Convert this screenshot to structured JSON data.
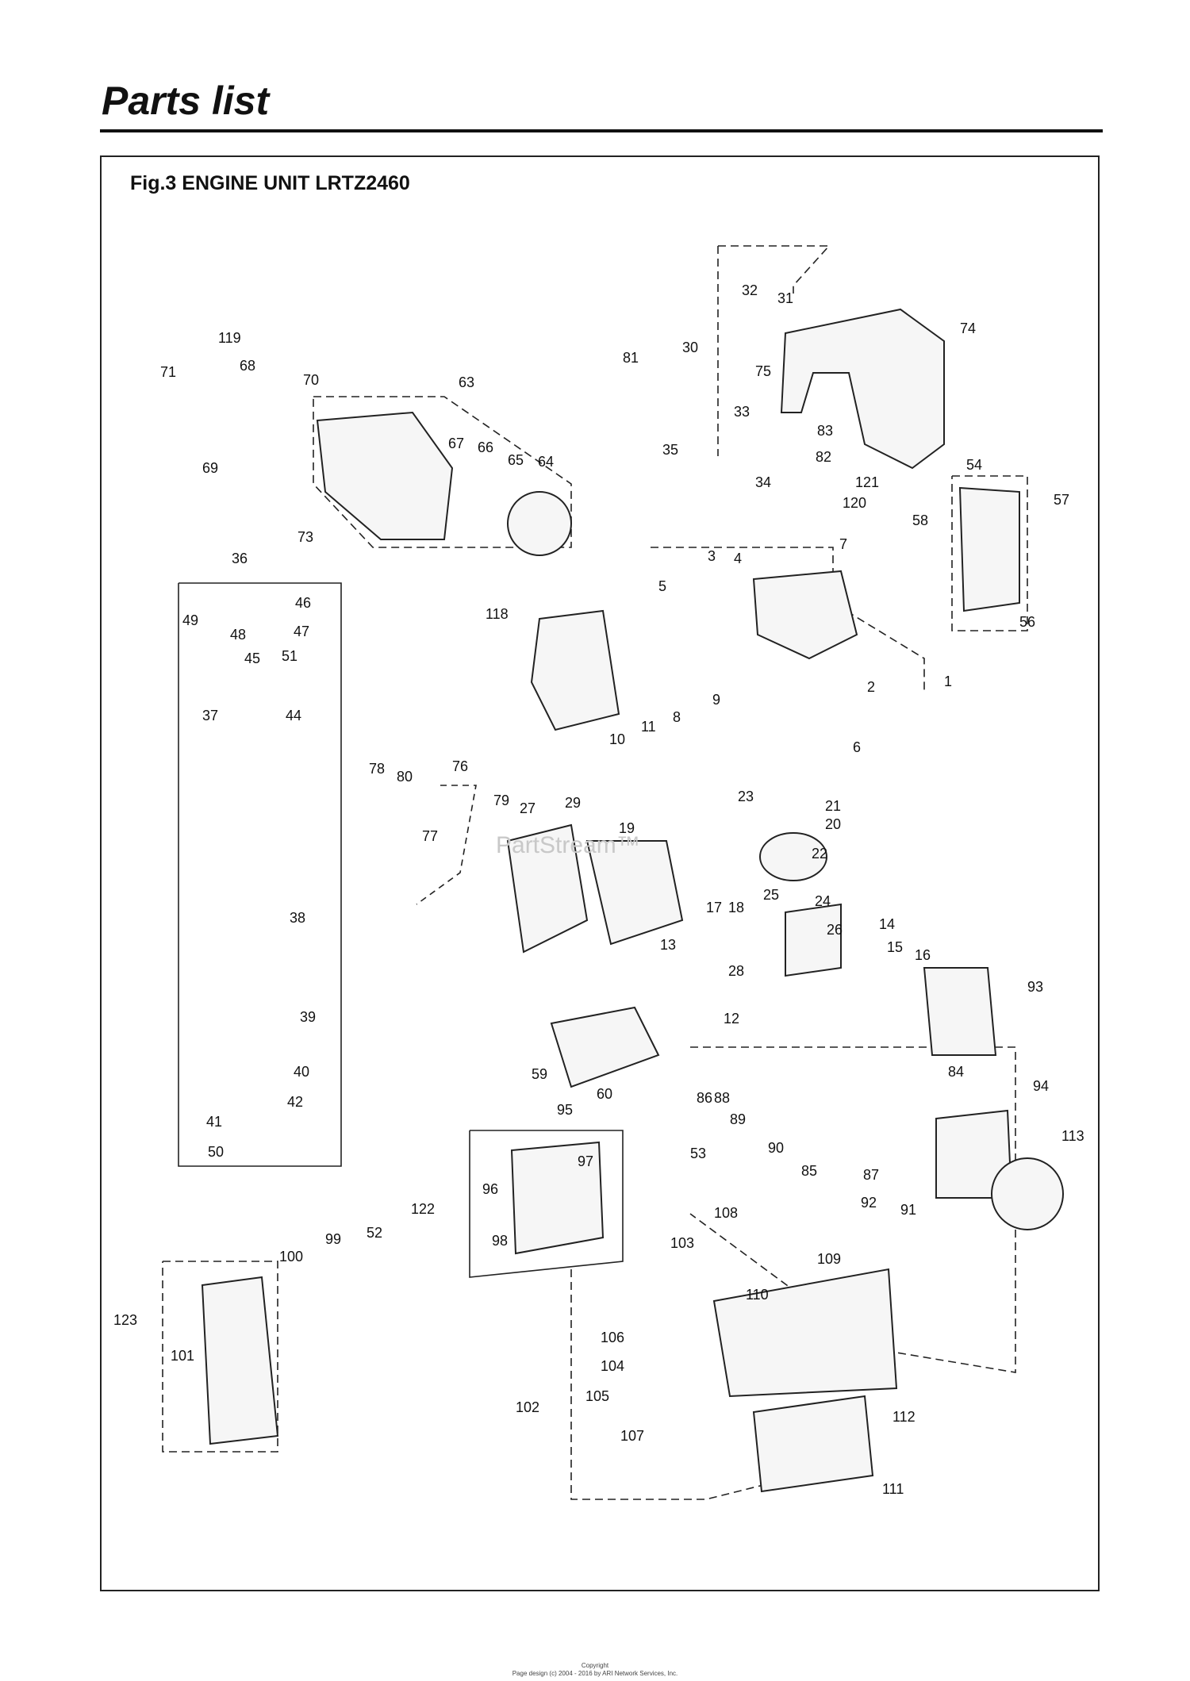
{
  "page_title": "Parts list",
  "figure_caption": "Fig.3 ENGINE UNIT  LRTZ2460",
  "watermark": "PartStream™",
  "footer": {
    "line1": "Copyright",
    "line2": "Page design (c) 2004 - 2016 by ARI Network Services, Inc."
  },
  "callouts": [
    "1",
    "2",
    "3",
    "4",
    "5",
    "6",
    "7",
    "8",
    "9",
    "10",
    "11",
    "12",
    "13",
    "14",
    "15",
    "16",
    "17",
    "18",
    "19",
    "20",
    "21",
    "22",
    "23",
    "24",
    "25",
    "26",
    "27",
    "28",
    "29",
    "30",
    "31",
    "32",
    "33",
    "34",
    "35",
    "36",
    "37",
    "38",
    "39",
    "40",
    "41",
    "42",
    "44",
    "45",
    "46",
    "47",
    "48",
    "49",
    "50",
    "51",
    "52",
    "53",
    "54",
    "56",
    "57",
    "58",
    "59",
    "60",
    "63",
    "64",
    "65",
    "66",
    "67",
    "68",
    "69",
    "70",
    "71",
    "73",
    "74",
    "75",
    "76",
    "77",
    "78",
    "79",
    "80",
    "81",
    "82",
    "83",
    "84",
    "85",
    "86",
    "87",
    "88",
    "89",
    "90",
    "91",
    "92",
    "93",
    "94",
    "95",
    "96",
    "97",
    "98",
    "99",
    "100",
    "101",
    "102",
    "103",
    "104",
    "105",
    "106",
    "107",
    "108",
    "109",
    "110",
    "111",
    "112",
    "113",
    "118",
    "119",
    "120",
    "121",
    "122",
    "123"
  ]
}
